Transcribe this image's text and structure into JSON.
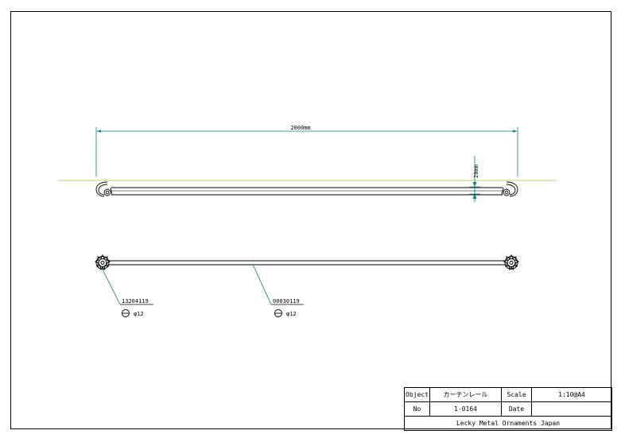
{
  "drawing": {
    "dimension_length": "2000mm",
    "dimension_height": "20mm",
    "parts": [
      {
        "code": "13204119",
        "diameter": "φ12"
      },
      {
        "code": "00030119",
        "diameter": "φ12"
      }
    ]
  },
  "title_block": {
    "object_label": "Object",
    "object_value": "カーテンレール",
    "scale_label": "Scale",
    "scale_value": "1:10@A4",
    "no_label": "No",
    "no_value": "1-0164",
    "date_label": "Date",
    "date_value": "",
    "company": "Lecky Metal Ornaments Japan"
  },
  "colors": {
    "dimension": "#008080",
    "reference_line": "#c8c864",
    "leader": "#008080",
    "part_outline": "#000000"
  }
}
